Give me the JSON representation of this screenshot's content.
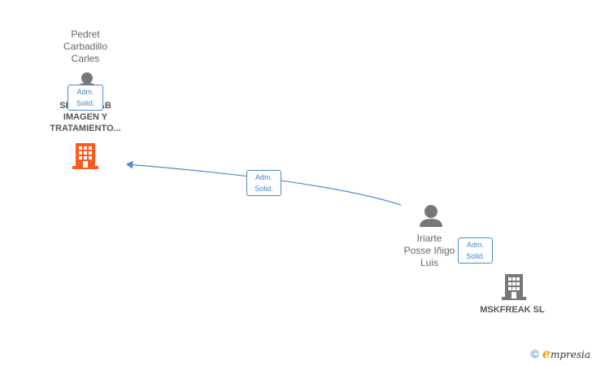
{
  "nodes": {
    "pedret": {
      "label": "Pedret\nCarbadillo\nCarles",
      "type": "person"
    },
    "company_main": {
      "label": "SPORT LAB\nIMAGEN Y\nTRATAMIENTO...",
      "type": "company",
      "color": "#ff5a1f"
    },
    "iriarte": {
      "label": "Iriarte\nPosse Iñigo\nLuis",
      "type": "person"
    },
    "mskfreak": {
      "label": "MSKFREAK  SL",
      "type": "company",
      "color": "#777777"
    }
  },
  "edges": [
    {
      "from": "pedret",
      "to": "company_main",
      "label_line1": "Adm.",
      "label_line2": "Solid."
    },
    {
      "from": "iriarte",
      "to": "company_main",
      "label_line1": "Adm.",
      "label_line2": "Solid."
    },
    {
      "from": "iriarte",
      "to": "mskfreak",
      "label_line1": "Adm.",
      "label_line2": "Solid."
    }
  ],
  "footer": {
    "copyright_symbol": "©",
    "brand_initial": "e",
    "brand_rest": "mpresia"
  },
  "colors": {
    "edge": "#4a8ad4",
    "person_icon": "#777777"
  }
}
